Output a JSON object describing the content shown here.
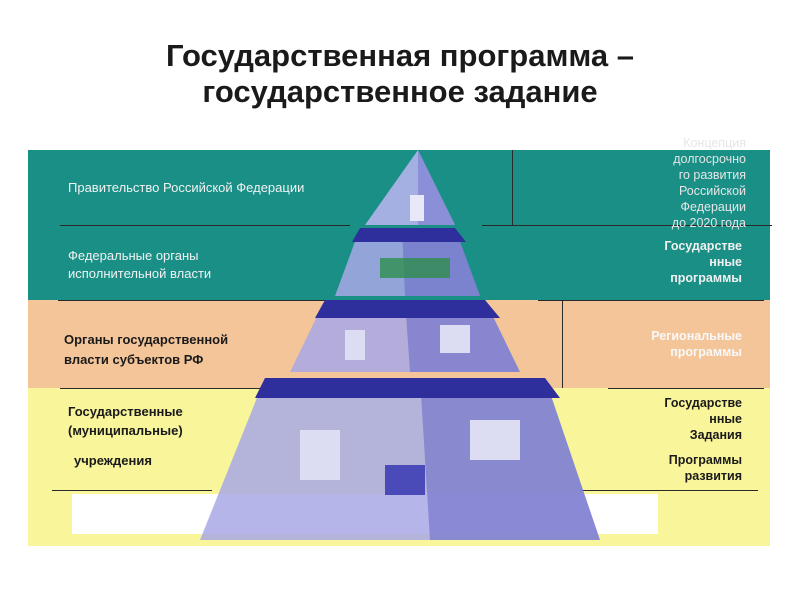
{
  "title": {
    "line1": "Государственная программа –",
    "line2": "государственное задание"
  },
  "left_labels": {
    "government": "Правительство Российской Федерации",
    "federal_line1": "Федеральные органы",
    "federal_line2": "исполнительной власти",
    "regional_line1": "Органы государственной",
    "regional_line2": "власти субъектов РФ",
    "institutions_line1": "Государственные",
    "institutions_line2": "(муниципальные)",
    "institutions_line3": "учреждения"
  },
  "right_labels": {
    "concept": [
      "Концепция",
      "долгосрочно",
      "го развития",
      "Российской",
      "Федерации",
      "до 2020 года"
    ],
    "state_programs": [
      "Государстве",
      "нные",
      "программы"
    ],
    "regional_programs": [
      "Региональные",
      "программы"
    ],
    "state_tasks": [
      "Государстве",
      "нные",
      "Задания"
    ],
    "development_programs": [
      "Программы",
      "развития"
    ]
  },
  "colors": {
    "band_top": "#1a8f86",
    "band_middle": "#f5c59a",
    "band_bottom": "#f8f59a",
    "pyramid": "#8f8fd8",
    "floor": "#3a3ab0"
  }
}
